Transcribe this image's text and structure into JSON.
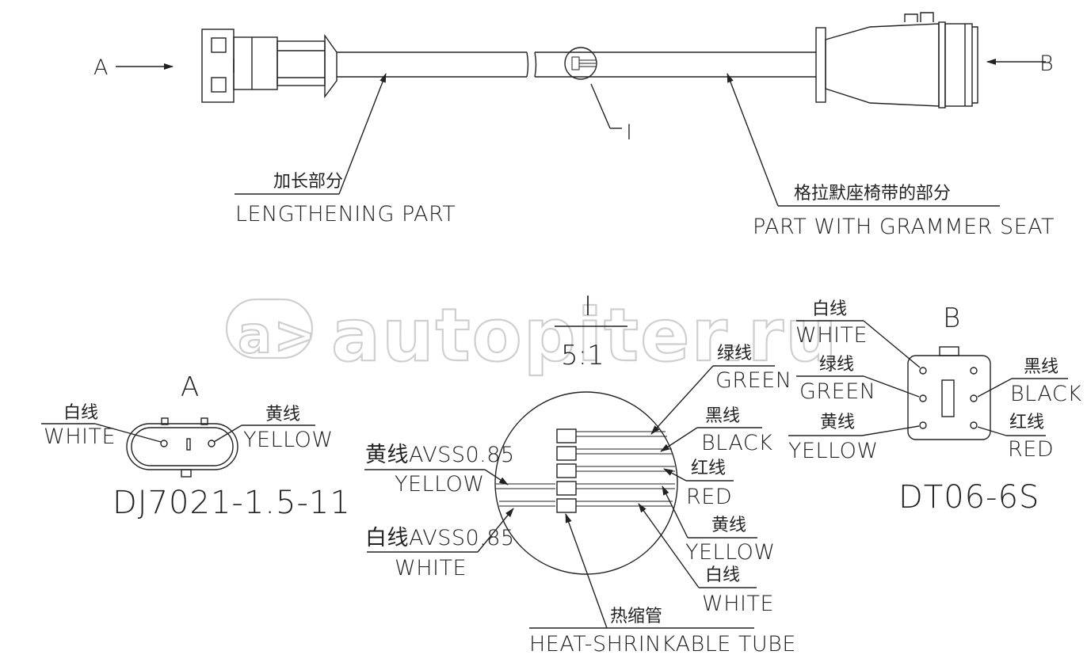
{
  "diagram": {
    "top": {
      "end_a_label": "A",
      "end_b_label": "B",
      "detail_ref": "I",
      "extension_cn": "加长部分",
      "extension_en": "LENGTHENING PART",
      "grammer_cn": "格拉默座椅带的部分",
      "grammer_en": "PART WITH GRAMMER SEAT"
    },
    "view_a": {
      "title": "A",
      "part_number": "DJ7021-1.5-11",
      "left_cn": "白线",
      "left_en": "WHITE",
      "right_cn": "黄线",
      "right_en": "YELLOW"
    },
    "detail_i": {
      "title": "I",
      "scale": "5:1",
      "green_cn": "绿线",
      "green_en": "GREEN",
      "black_cn": "黑线",
      "black_en": "BLACK",
      "red_cn": "红线",
      "red_en": "RED",
      "yellow_cn": "黄线",
      "yellow_en": "YELLOW",
      "white_cn": "白线",
      "white_en": "WHITE",
      "yellow_spec_cn": "黄线AVSS0.85",
      "yellow_spec_en": "YELLOW",
      "white_spec_cn": "白线AVSS0.85",
      "white_spec_en": "WHITE",
      "tube_cn": "热缩管",
      "tube_en": "HEAT-SHRINKABLE TUBE"
    },
    "view_b": {
      "title": "B",
      "part_number": "DT06-6S",
      "white_cn": "白线",
      "white_en": "WHITE",
      "green_cn": "绿线",
      "green_en": "GREEN",
      "yellow_cn": "黄线",
      "yellow_en": "YELLOW",
      "black_cn": "黑线",
      "black_en": "BLACK",
      "red_cn": "红线",
      "red_en": "RED"
    },
    "watermark": "a> autopiter.ru"
  }
}
